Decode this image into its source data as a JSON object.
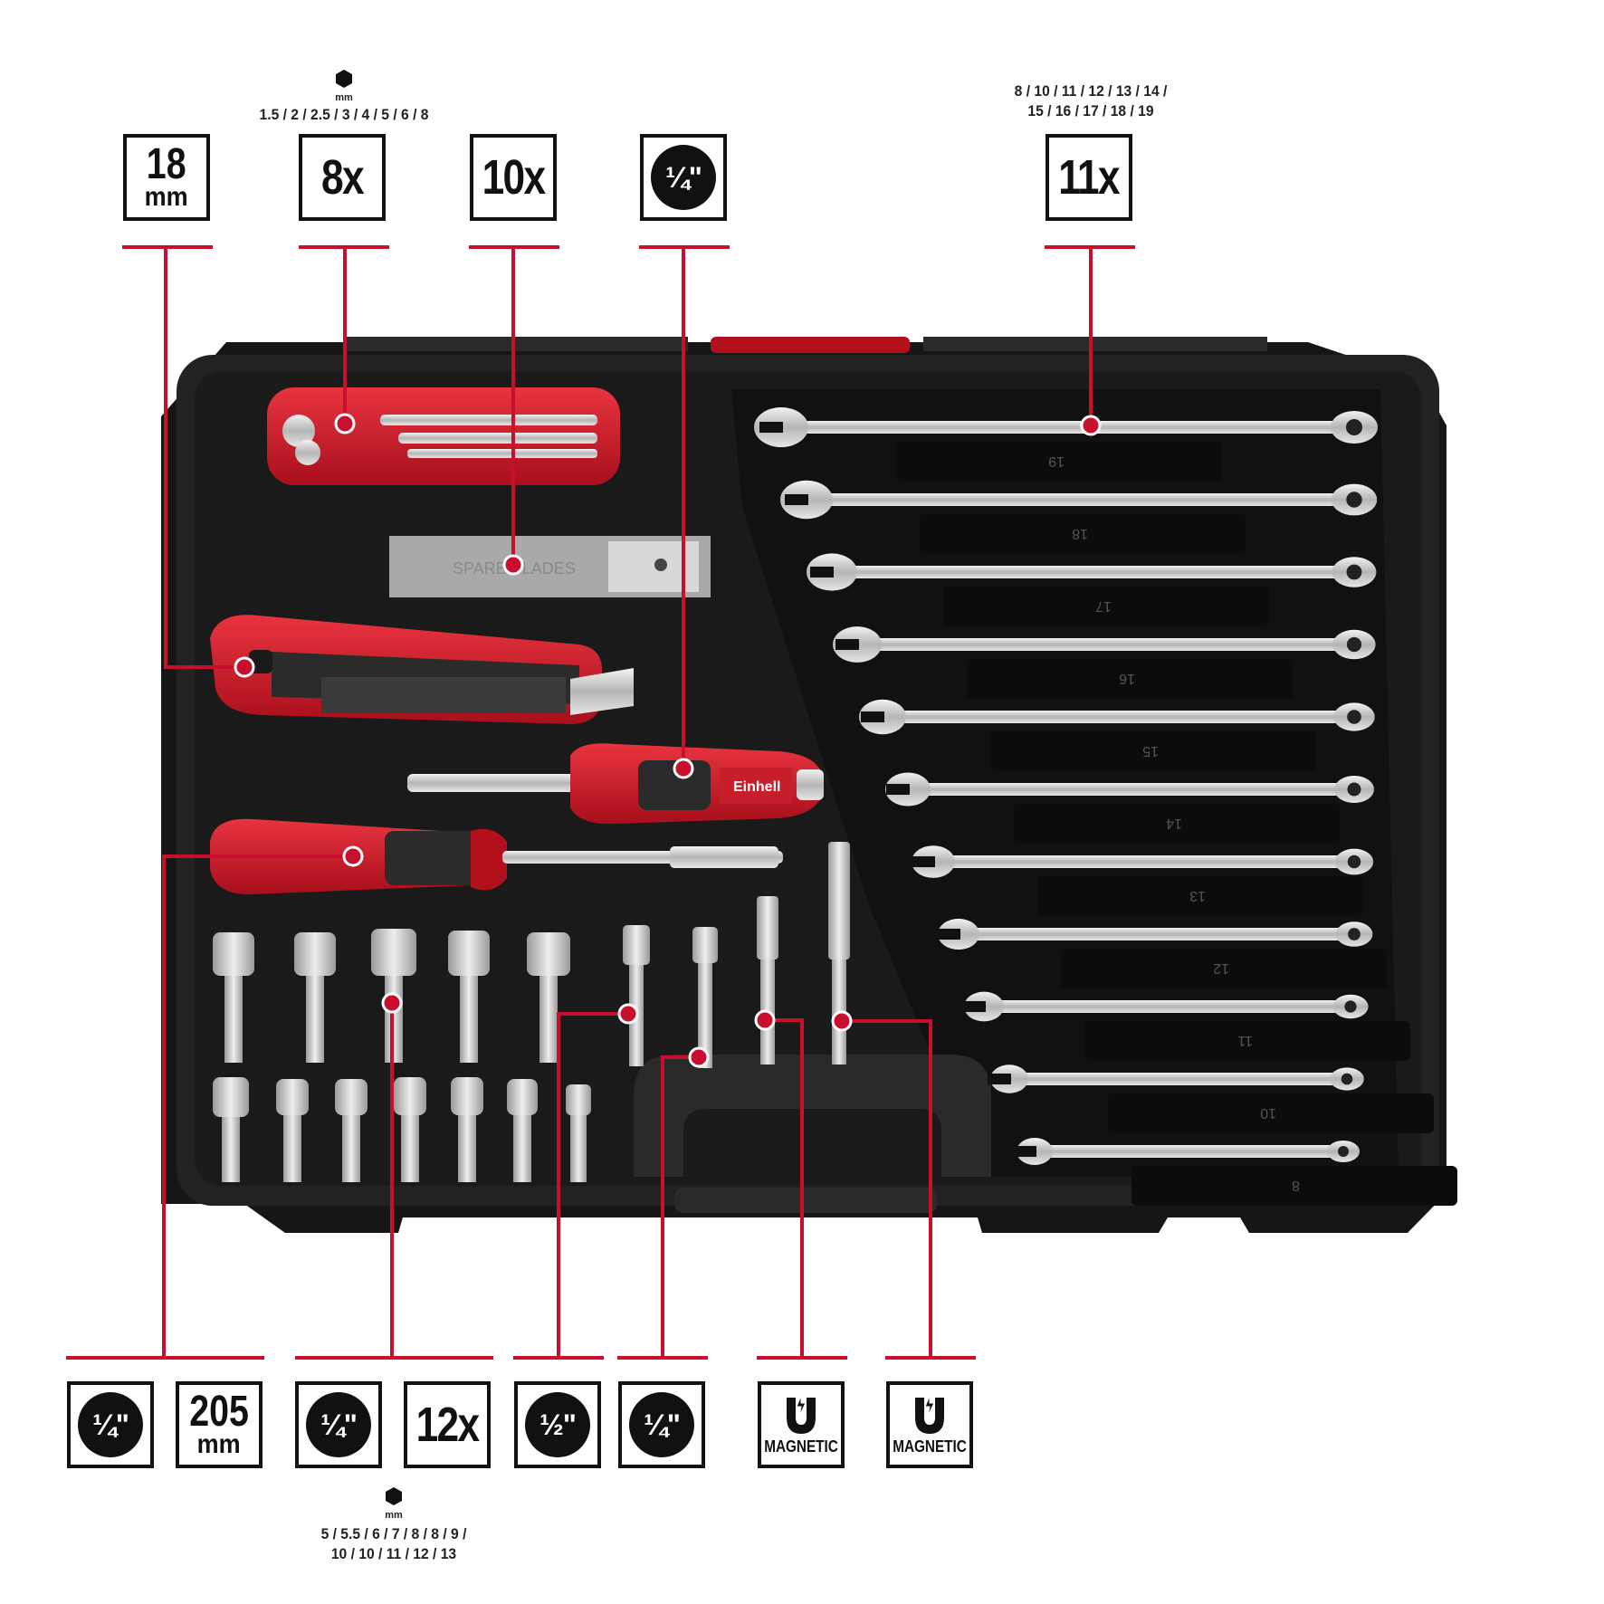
{
  "badges": {
    "top": [
      {
        "id": "cutter-length",
        "number": "18",
        "unit": "mm"
      },
      {
        "id": "hex-keys",
        "count": "8x"
      },
      {
        "id": "blades",
        "count": "10x"
      },
      {
        "id": "bit-holder",
        "drive": "¼\""
      },
      {
        "id": "wrenches",
        "count": "11x"
      }
    ],
    "bottom": [
      {
        "id": "screwdriver-drive",
        "drive": "¼\""
      },
      {
        "id": "screwdriver-length",
        "number": "205",
        "unit": "mm"
      },
      {
        "id": "nut-drive",
        "drive": "¼\""
      },
      {
        "id": "nut-count",
        "count": "12x"
      },
      {
        "id": "adapter-half",
        "drive": "½\""
      },
      {
        "id": "adapter-quarter",
        "drive": "¼\""
      },
      {
        "id": "magnetic-1",
        "label": "MAGNETIC"
      },
      {
        "id": "magnetic-2",
        "label": "MAGNETIC"
      }
    ]
  },
  "size_notes": {
    "hex_keys": {
      "unit": "mm",
      "sizes": "1.5 / 2 / 2.5 / 3 / 4 / 5 / 6 / 8"
    },
    "wrenches": {
      "line1": "8 / 10 / 11 / 12 / 13 / 14 /",
      "line2": "15 / 16 / 17 / 18 / 19"
    },
    "nuts": {
      "unit": "mm",
      "line1": "5 / 5.5 / 6 / 7 / 8 / 8 / 9 /",
      "line2": "10 / 10 / 11 / 12 / 13"
    }
  },
  "case_labels": {
    "brand": "Einhell",
    "blade_pack": "SPARE BLADES",
    "wrench_sizes": [
      "19",
      "18",
      "17",
      "16",
      "15",
      "14",
      "13",
      "12",
      "11",
      "10",
      "8"
    ]
  },
  "colors": {
    "accent": "#c8102e",
    "case": "#1c1c1c",
    "tool_red": "#d0202f",
    "metal": "#c9c9c9"
  }
}
